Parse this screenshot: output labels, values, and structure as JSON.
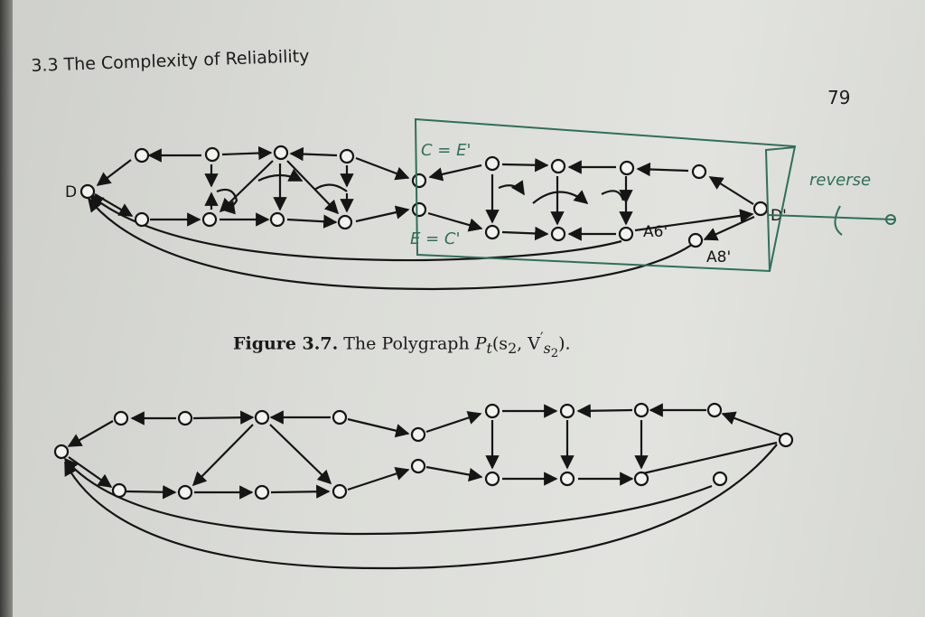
{
  "running_head": "3.3 The Complexity of Reliability",
  "page_number": "79",
  "figure_caption": {
    "label": "Figure 3.7.",
    "text_prefix": "The Polygraph ",
    "formula_main": "P",
    "formula_sub": "t",
    "formula_args": "(s",
    "formula_args_sub": "2",
    "formula_mid": ", V",
    "formula_prime": "′",
    "formula_sub2": "s",
    "formula_sub2_sub": "2",
    "formula_end": ")."
  },
  "diagram_top": {
    "labels": {
      "d_left": "D",
      "d_right": "D'",
      "a6": "A6'",
      "a8": "A8'"
    }
  },
  "handwritten_annotations": {
    "c_equals_e": "C = E'",
    "e_equals_c": "E = C'",
    "reverse": "reverse",
    "ink_color": "#2f6f5a"
  }
}
